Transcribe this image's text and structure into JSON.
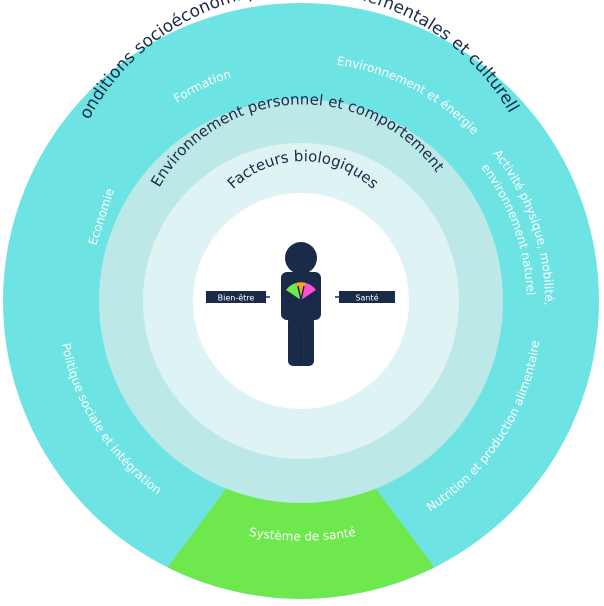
{
  "colors": {
    "outer_ring": "#6ee3e3",
    "middle_ring": "#bde8e8",
    "inner_ring": "#def3f3",
    "center": "#ffffff",
    "health_system": "#6ee84c",
    "figure": "#1a2b4a",
    "gauge": [
      "#6ee84c",
      "#f5a623",
      "#ff4fd8"
    ]
  },
  "rings": {
    "outer_title": "Conditions socioéconomiques, environnementales et culturelles",
    "middle_title": "Environnement personnel et comportement",
    "inner_title": "Facteurs biologiques"
  },
  "sectors": {
    "formation": "Formation",
    "environment_energy": "Environnement et énergie",
    "activity_line1": "Activité physique, mobilité,",
    "activity_line2": "environnement naturel",
    "nutrition": "Nutrition et production alimentaire",
    "health_system": "Système de santé",
    "social_policy": "Politique sociale et intégration",
    "economy": "Economie"
  },
  "center": {
    "left_label": "Bien-être",
    "right_label": "Santé"
  }
}
